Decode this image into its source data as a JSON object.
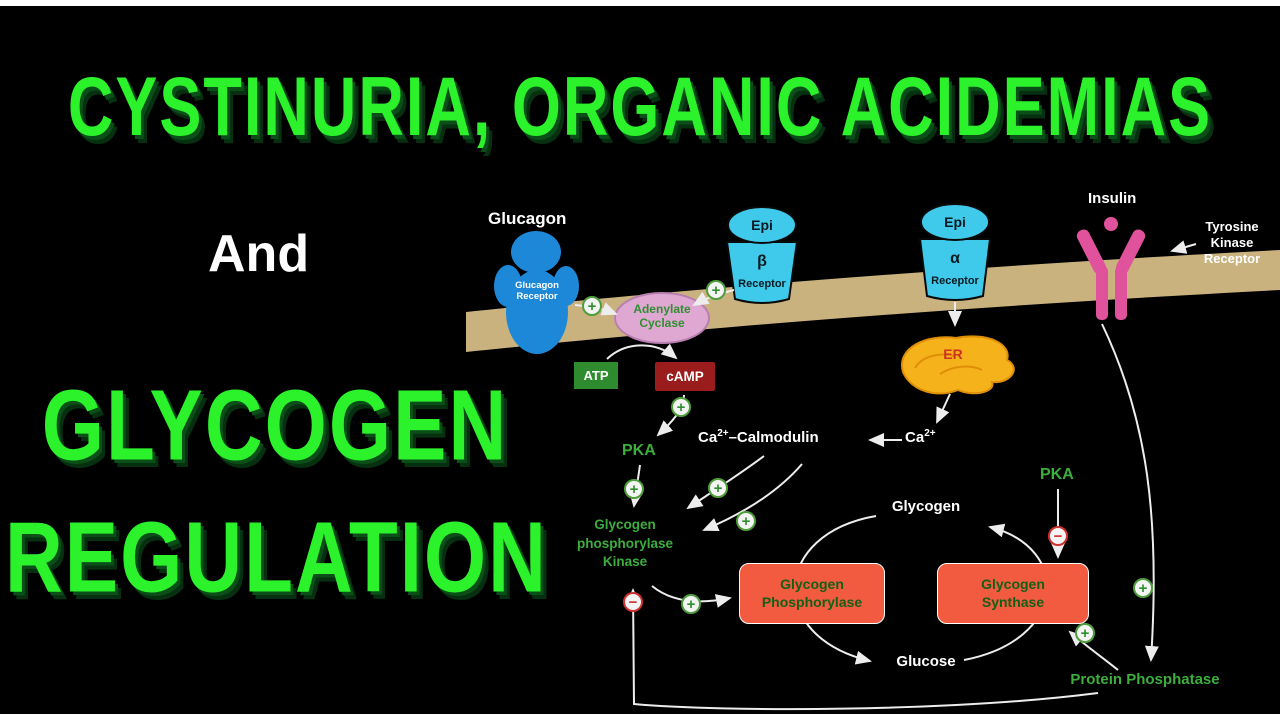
{
  "title": {
    "line1": "CYSTINURIA, ORGANIC ACIDEMIAS",
    "connector": "And",
    "line2": "GLYCOGEN",
    "line3": "REGULATION"
  },
  "colors": {
    "title_green": "#2bf22b",
    "shadow_green": "#0a4f18",
    "membrane_tan": "#c9b27e",
    "glucagon_blue": "#1e88d8",
    "epi_cyan": "#3fc9ea",
    "insulin_pink": "#e0529b",
    "adenylate_pink": "#dfa8d2",
    "er_orange": "#f6b21b",
    "atp_green": "#2e8b2e",
    "camp_red": "#9b1c1c",
    "enzyme_box_orange": "#f25b3f",
    "pathway_green": "#3cae3c",
    "plus_green": "#2f8f2f",
    "minus_red": "#cf3030"
  },
  "diagram": {
    "glucagon_label": "Glucagon",
    "glucagon_receptor": {
      "line1": "Glucagon",
      "line2": "Receptor"
    },
    "epi_beta": {
      "epi": "Epi",
      "subunit": "β",
      "receptor": "Receptor"
    },
    "epi_alpha": {
      "epi": "Epi",
      "subunit": "α",
      "receptor": "Receptor"
    },
    "insulin_label": "Insulin",
    "tyrosine_receptor": {
      "line1": "Tyrosine",
      "line2": "Kinase",
      "line3": "Receptor"
    },
    "adenylate_cyclase": {
      "line1": "Adenylate",
      "line2": "Cyclase"
    },
    "atp": "ATP",
    "camp": "cAMP",
    "pka_left": "PKA",
    "pka_right": "PKA",
    "ca_calmodulin": {
      "ca": "Ca",
      "sup": "2+",
      "rest": "–Calmodulin"
    },
    "ca": {
      "ca": "Ca",
      "sup": "2+"
    },
    "er": "ER",
    "gpk": {
      "line1": "Glycogen",
      "line2": "phosphorylase",
      "line3": "Kinase"
    },
    "glycogen": "Glycogen",
    "glucose": "Glucose",
    "phosphorylase_box": {
      "line1": "Glycogen",
      "line2": "Phosphorylase"
    },
    "synthase_box": {
      "line1": "Glycogen",
      "line2": "Synthase"
    },
    "protein_phosphatase": "Protein Phosphatase",
    "plus": "+",
    "minus": "−"
  }
}
